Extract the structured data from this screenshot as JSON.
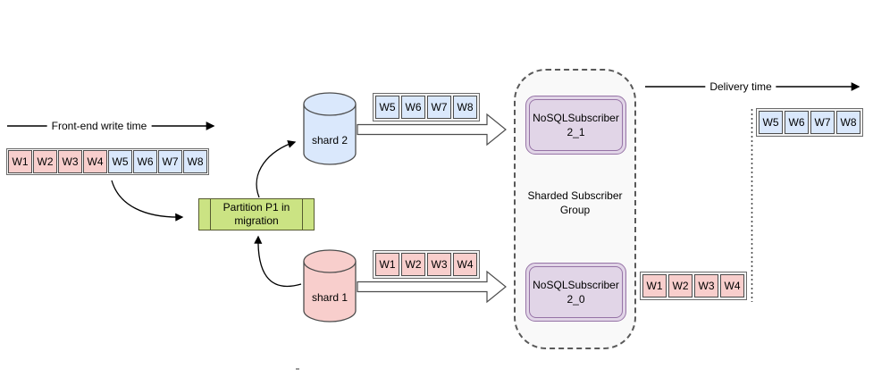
{
  "title": "Sharded subscriber group delivery diagram",
  "colors": {
    "pinkCell": "#f8cecc",
    "blueCell": "#dae8fc",
    "greenFill": "#cbe383",
    "greenStroke": "#565b30",
    "purpleFill": "#e1d5e7",
    "purpleStroke": "#9673a6",
    "cylinderStroke": "#4d4d4d",
    "blockArrowFill": "#ffffff",
    "blockArrowStroke": "#4d4d4d",
    "rowBacking": "#f2f2f2",
    "groupFill": "#f9f9f9",
    "dashStroke": "#595959",
    "lineColor": "#000000",
    "dividerColor": "#4d4d4d"
  },
  "timeline": {
    "front_label": "Front-end write time",
    "delivery_label": "Delivery time"
  },
  "partition_box": {
    "label": "Partition P1 in migration"
  },
  "shards": {
    "shard2_label": "shard 2",
    "shard1_label": "shard 1"
  },
  "group": {
    "label": "Sharded Subscriber Group",
    "subscriber_top": "NoSQLSubscriber 2_1",
    "subscriber_bottom": "NoSQLSubscriber 2_0"
  },
  "rows": {
    "front_buffer": {
      "cells": [
        {
          "label": "W1",
          "fill": "#f8cecc"
        },
        {
          "label": "W2",
          "fill": "#f8cecc"
        },
        {
          "label": "W3",
          "fill": "#f8cecc"
        },
        {
          "label": "W4",
          "fill": "#f8cecc"
        },
        {
          "label": "W5",
          "fill": "#dae8fc"
        },
        {
          "label": "W6",
          "fill": "#dae8fc"
        },
        {
          "label": "W7",
          "fill": "#dae8fc"
        },
        {
          "label": "W8",
          "fill": "#dae8fc"
        }
      ]
    },
    "shard2_queue": {
      "fill": "#dae8fc",
      "cells": [
        "W5",
        "W6",
        "W7",
        "W8"
      ]
    },
    "shard1_queue": {
      "fill": "#f8cecc",
      "cells": [
        "W1",
        "W2",
        "W3",
        "W4"
      ]
    },
    "delivery_blue": {
      "fill": "#dae8fc",
      "cells": [
        "W5",
        "W6",
        "W7",
        "W8"
      ]
    },
    "delivery_pink": {
      "fill": "#f8cecc",
      "cells": [
        "W1",
        "W2",
        "W3",
        "W4"
      ]
    }
  }
}
